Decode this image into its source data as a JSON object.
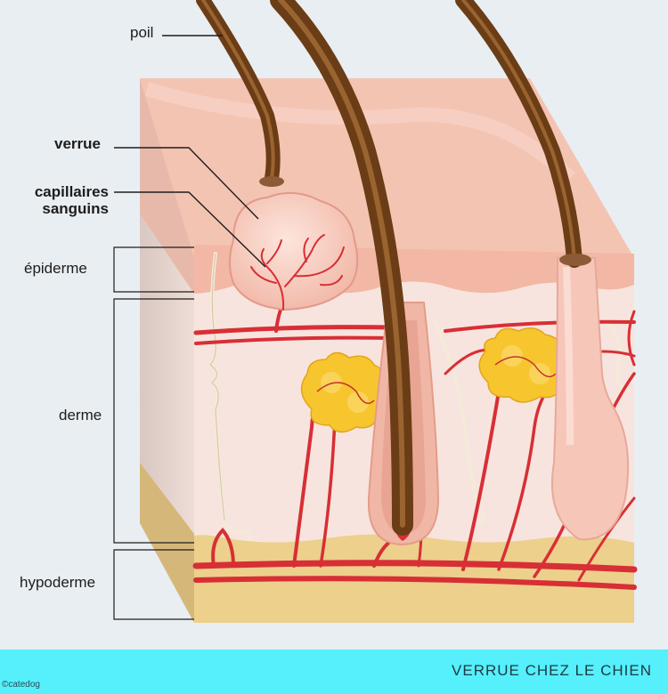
{
  "labels": {
    "poil": "poil",
    "verrue": "verrue",
    "capillaires": "capillaires\nsanguins",
    "epiderme": "épiderme",
    "derme": "derme",
    "hypoderme": "hypoderme"
  },
  "footer": {
    "title": "VERRUE CHEZ LE CHIEN",
    "copyright": "©catedog"
  },
  "colors": {
    "background": "#e9eef2",
    "epidermis": "#f3bfae",
    "dermis": "#f8e4de",
    "hypodermis": "#ecd08c",
    "hair": "#6b3d16",
    "vessel": "#d72f35",
    "gland": "#f7c62f",
    "nerve": "#f4ead8",
    "footer": "#55f0fb"
  }
}
